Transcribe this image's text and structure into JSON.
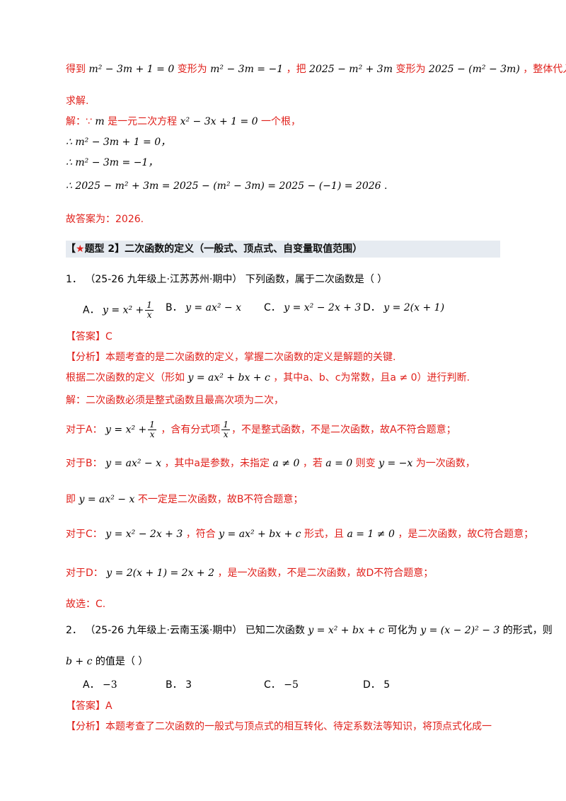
{
  "lines": {
    "l1_a": "得到",
    "l1_m1": "m² − 3m + 1 = 0",
    "l1_b": "变形为",
    "l1_m2": "m² − 3m = −1",
    "l1_c": "，把",
    "l1_m3": "2025 − m² + 3m",
    "l1_d": "变形为",
    "l1_m4": "2025 − (m² − 3m)",
    "l1_e": "，整体代入即可",
    "l2": "求解.",
    "l3_a": "解：∵",
    "l3_m": "m",
    "l3_b": "是一元二次方程",
    "l3_m2": "x² − 3x + 1 = 0",
    "l3_c": "一个根，",
    "l4": "∴ m² − 3m + 1 = 0，",
    "l5": "∴ m² − 3m = −1，",
    "l6": "∴ 2025 − m² + 3m = 2025 − (m² − 3m) = 2025 − (−1) = 2026",
    "l6_end": ".",
    "l7": "故答案为：2026."
  },
  "heading": {
    "open": "【",
    "star": "★",
    "text": "题型 2】二次函数的定义（一般式、顶点式、自变量取值范围）"
  },
  "q1": {
    "num": "1．",
    "source": "（25-26 九年级上·江苏苏州·期中）",
    "stem": "下列函数，属于二次函数是（    ）",
    "optA_label": "A．",
    "optA_math": "y = x² +",
    "frac_num": "1",
    "frac_den": "x",
    "optB_label": "B．",
    "optB_math": "y = ax² − x",
    "optC_label": "C．",
    "optC_math": "y = x² − 2x + 3",
    "optD_label": "D．",
    "optD_math": "y = 2(x + 1)",
    "answer": "【答案】C",
    "analysis": "【分析】本题考查的是二次函数的定义，掌握二次函数的定义是解题的关键.",
    "def_a": "根据二次函数的定义（形如",
    "def_m": "y = ax² + bx + c",
    "def_b": "，其中a、b、c为常数，且a ≠ 0）进行判断.",
    "sol": "解：二次函数必须是整式函数且最高次项为二次，",
    "a_label": "对于A：",
    "a_math": "y = x² +",
    "a_text1": "，含有分式项",
    "a_text2": "，不是整式函数，不是二次函数，故A不符合题意；",
    "b_label": "对于B：",
    "b_math": "y = ax² − x",
    "b_text1": "，其中a是参数，未指定",
    "b_m2": "a ≠ 0",
    "b_text2": "，若",
    "b_m3": "a = 0",
    "b_text3": "则变",
    "b_m4": "y = −x",
    "b_text4": "为一次函数，",
    "b2_a": "即",
    "b2_m": "y = ax² − x",
    "b2_b": "不一定是二次函数，故B不符合题意；",
    "c_label": "对于C：",
    "c_math": "y = x² − 2x + 3",
    "c_text1": "，符合",
    "c_m2": "y = ax² + bx + c",
    "c_text2": "形式，且",
    "c_m3": "a = 1 ≠ 0",
    "c_text3": "，是二次函数，故C符合题意；",
    "d_label": "对于D：",
    "d_math": "y = 2(x + 1) = 2x + 2",
    "d_text": "，是一次函数，不是二次函数，故D不符合题意；",
    "final": "故选：C."
  },
  "q2": {
    "num": "2．",
    "source": "（25-26 九年级上·云南玉溪·期中）",
    "stem_a": "已知二次函数",
    "stem_m1": "y = x² + bx + c",
    "stem_b": "可化为",
    "stem_m2": "y = (x − 2)² − 3",
    "stem_c": "的形式，则",
    "stem2_m": "b + c",
    "stem2_b": "的值是（    ）",
    "optA_label": "A．",
    "optA": "−3",
    "optB_label": "B．",
    "optB": "3",
    "optC_label": "C．",
    "optC": "−5",
    "optD_label": "D．",
    "optD": "5",
    "answer": "【答案】A",
    "analysis": "【分析】本题考查了二次函数的一般式与顶点式的相互转化、待定系数法等知识，将顶点式化成一"
  }
}
